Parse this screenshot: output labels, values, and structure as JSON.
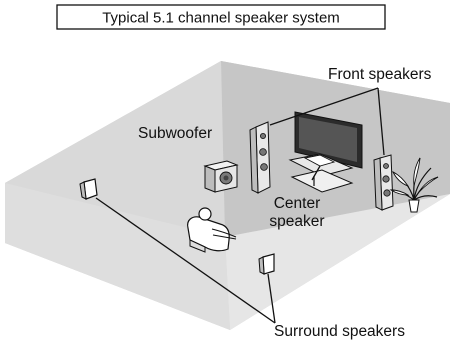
{
  "title": "Typical 5.1 channel speaker system",
  "labels": {
    "front": "Front speakers",
    "subwoofer": "Subwoofer",
    "center_line1": "Center",
    "center_line2": "speaker",
    "surround": "Surround speakers"
  },
  "colors": {
    "floor": "#e3e3e3",
    "floor_mid": "#d6d6d6",
    "wall": "#cfcfcf",
    "wall_dark": "#c2c2c2",
    "outline": "#111111"
  }
}
